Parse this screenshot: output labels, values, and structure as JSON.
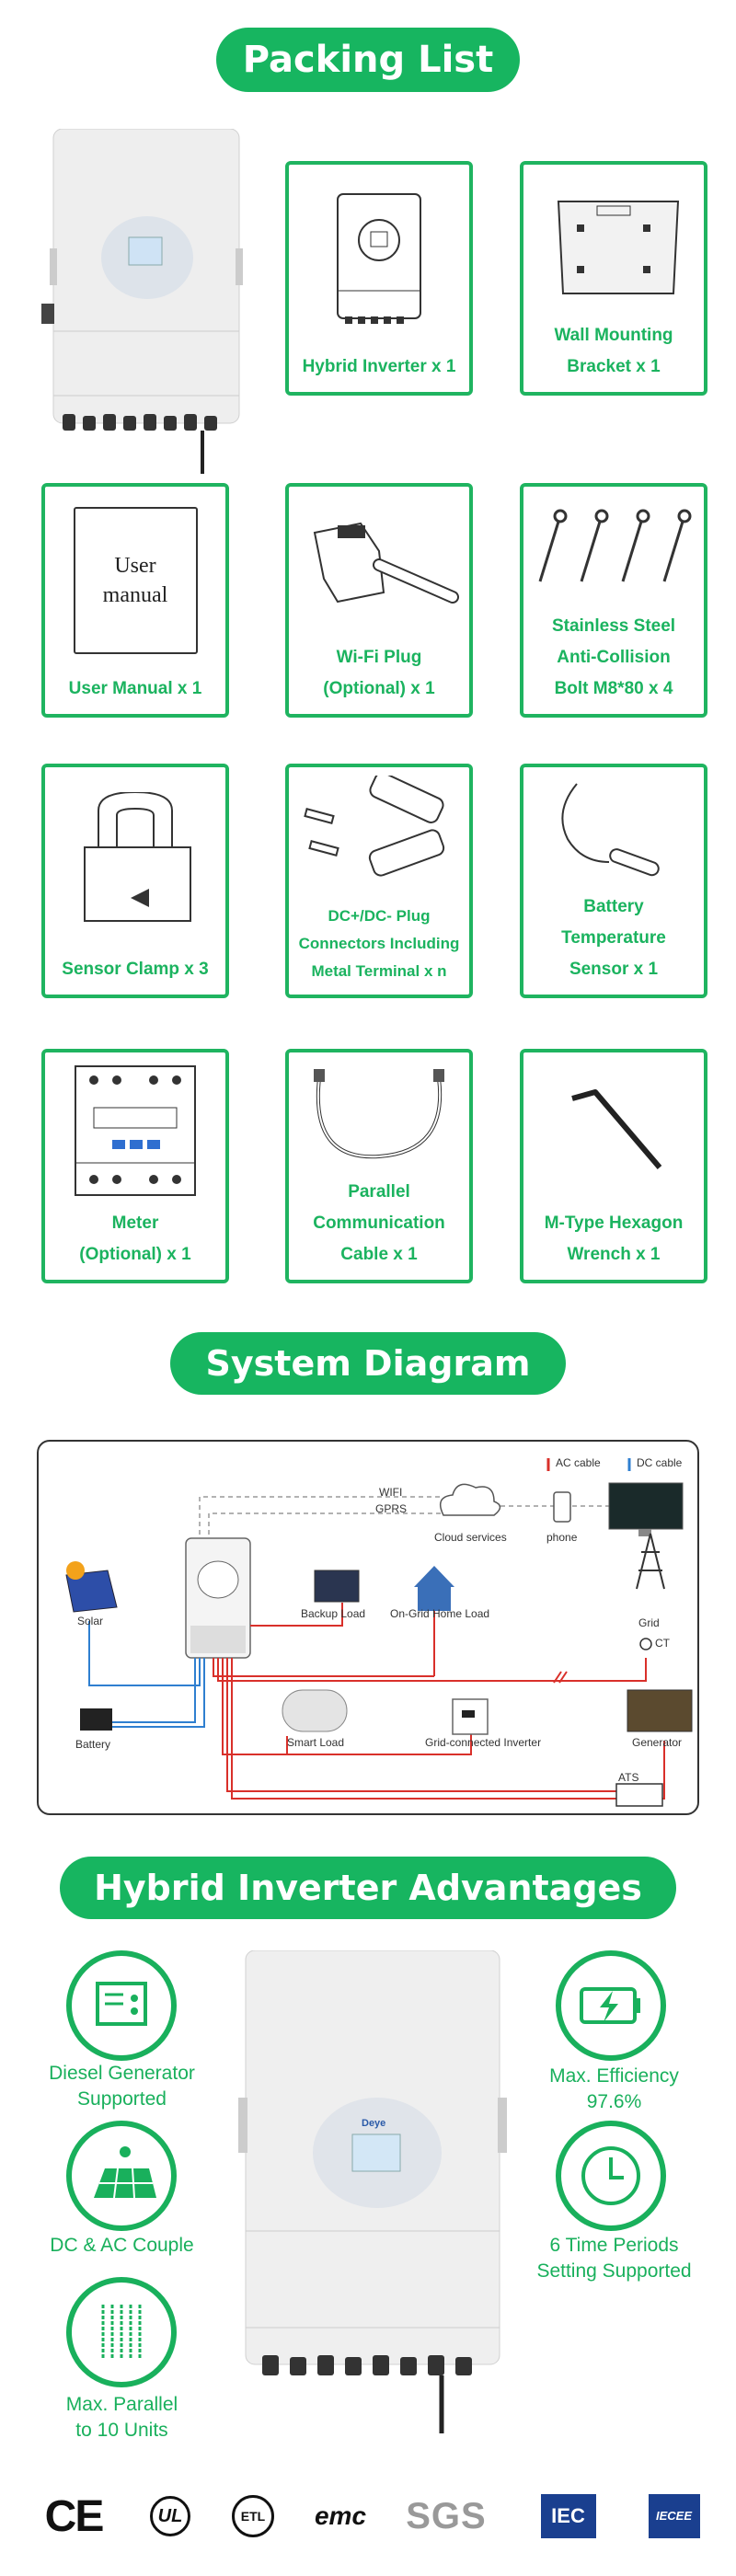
{
  "packing": {
    "title": "Packing List",
    "items": [
      {
        "label": "Hybrid Inverter x 1"
      },
      {
        "label": "Wall Mounting\nBracket x 1"
      },
      {
        "label": "User Manual x 1",
        "inner": "User\nmanual"
      },
      {
        "label": "Wi-Fi Plug\n(Optional) x 1"
      },
      {
        "label": "Stainless Steel\nAnti-Collision\nBolt M8*80 x 4"
      },
      {
        "label": "Sensor Clamp x 3"
      },
      {
        "label": "DC+/DC- Plug\nConnectors Including\nMetal Terminal x n"
      },
      {
        "label": "Battery\nTemperature\nSensor x 1"
      },
      {
        "label": "Meter\n(Optional) x 1"
      },
      {
        "label": "Parallel\nCommunication\nCable x 1"
      },
      {
        "label": "M-Type Hexagon\nWrench x 1"
      }
    ]
  },
  "diagram": {
    "title": "System Diagram",
    "legend_ac": "AC cable",
    "legend_dc": "DC cable",
    "wifi": "WIFI",
    "gprs": "GPRS",
    "cloud": "Cloud services",
    "phone": "phone",
    "solar": "Solar",
    "battery": "Battery",
    "backup": "Backup Load",
    "ongrid": "On-Grid Home Load",
    "grid": "Grid",
    "ct": "CT",
    "smart": "Smart Load",
    "gridinv": "Grid-connected Inverter",
    "generator": "Generator",
    "ats": "ATS",
    "ac_color": "#d9302a",
    "dc_color": "#2f7fd0"
  },
  "advantages": {
    "title": "Hybrid Inverter Advantages",
    "left": [
      {
        "text": "Diesel Generator\nSupported",
        "icon": "generator-icon"
      },
      {
        "text": "DC & AC Couple",
        "icon": "solar-panel-icon"
      },
      {
        "text": "Max. Parallel\nto 10 Units",
        "icon": "parallel-lines-icon"
      }
    ],
    "right": [
      {
        "text": "Max. Efficiency\n97.6%",
        "icon": "battery-bolt-icon"
      },
      {
        "text": "6 Time Periods\nSetting Supported",
        "icon": "clock-icon"
      }
    ],
    "brand": "Deye"
  },
  "certs": {
    "ce": "CE",
    "ul": "UL",
    "etl": "ETL",
    "emc": "emc",
    "sgs": "SGS",
    "iec": "IEC",
    "iecee": "IECEE"
  },
  "colors": {
    "accent": "#17b560"
  }
}
